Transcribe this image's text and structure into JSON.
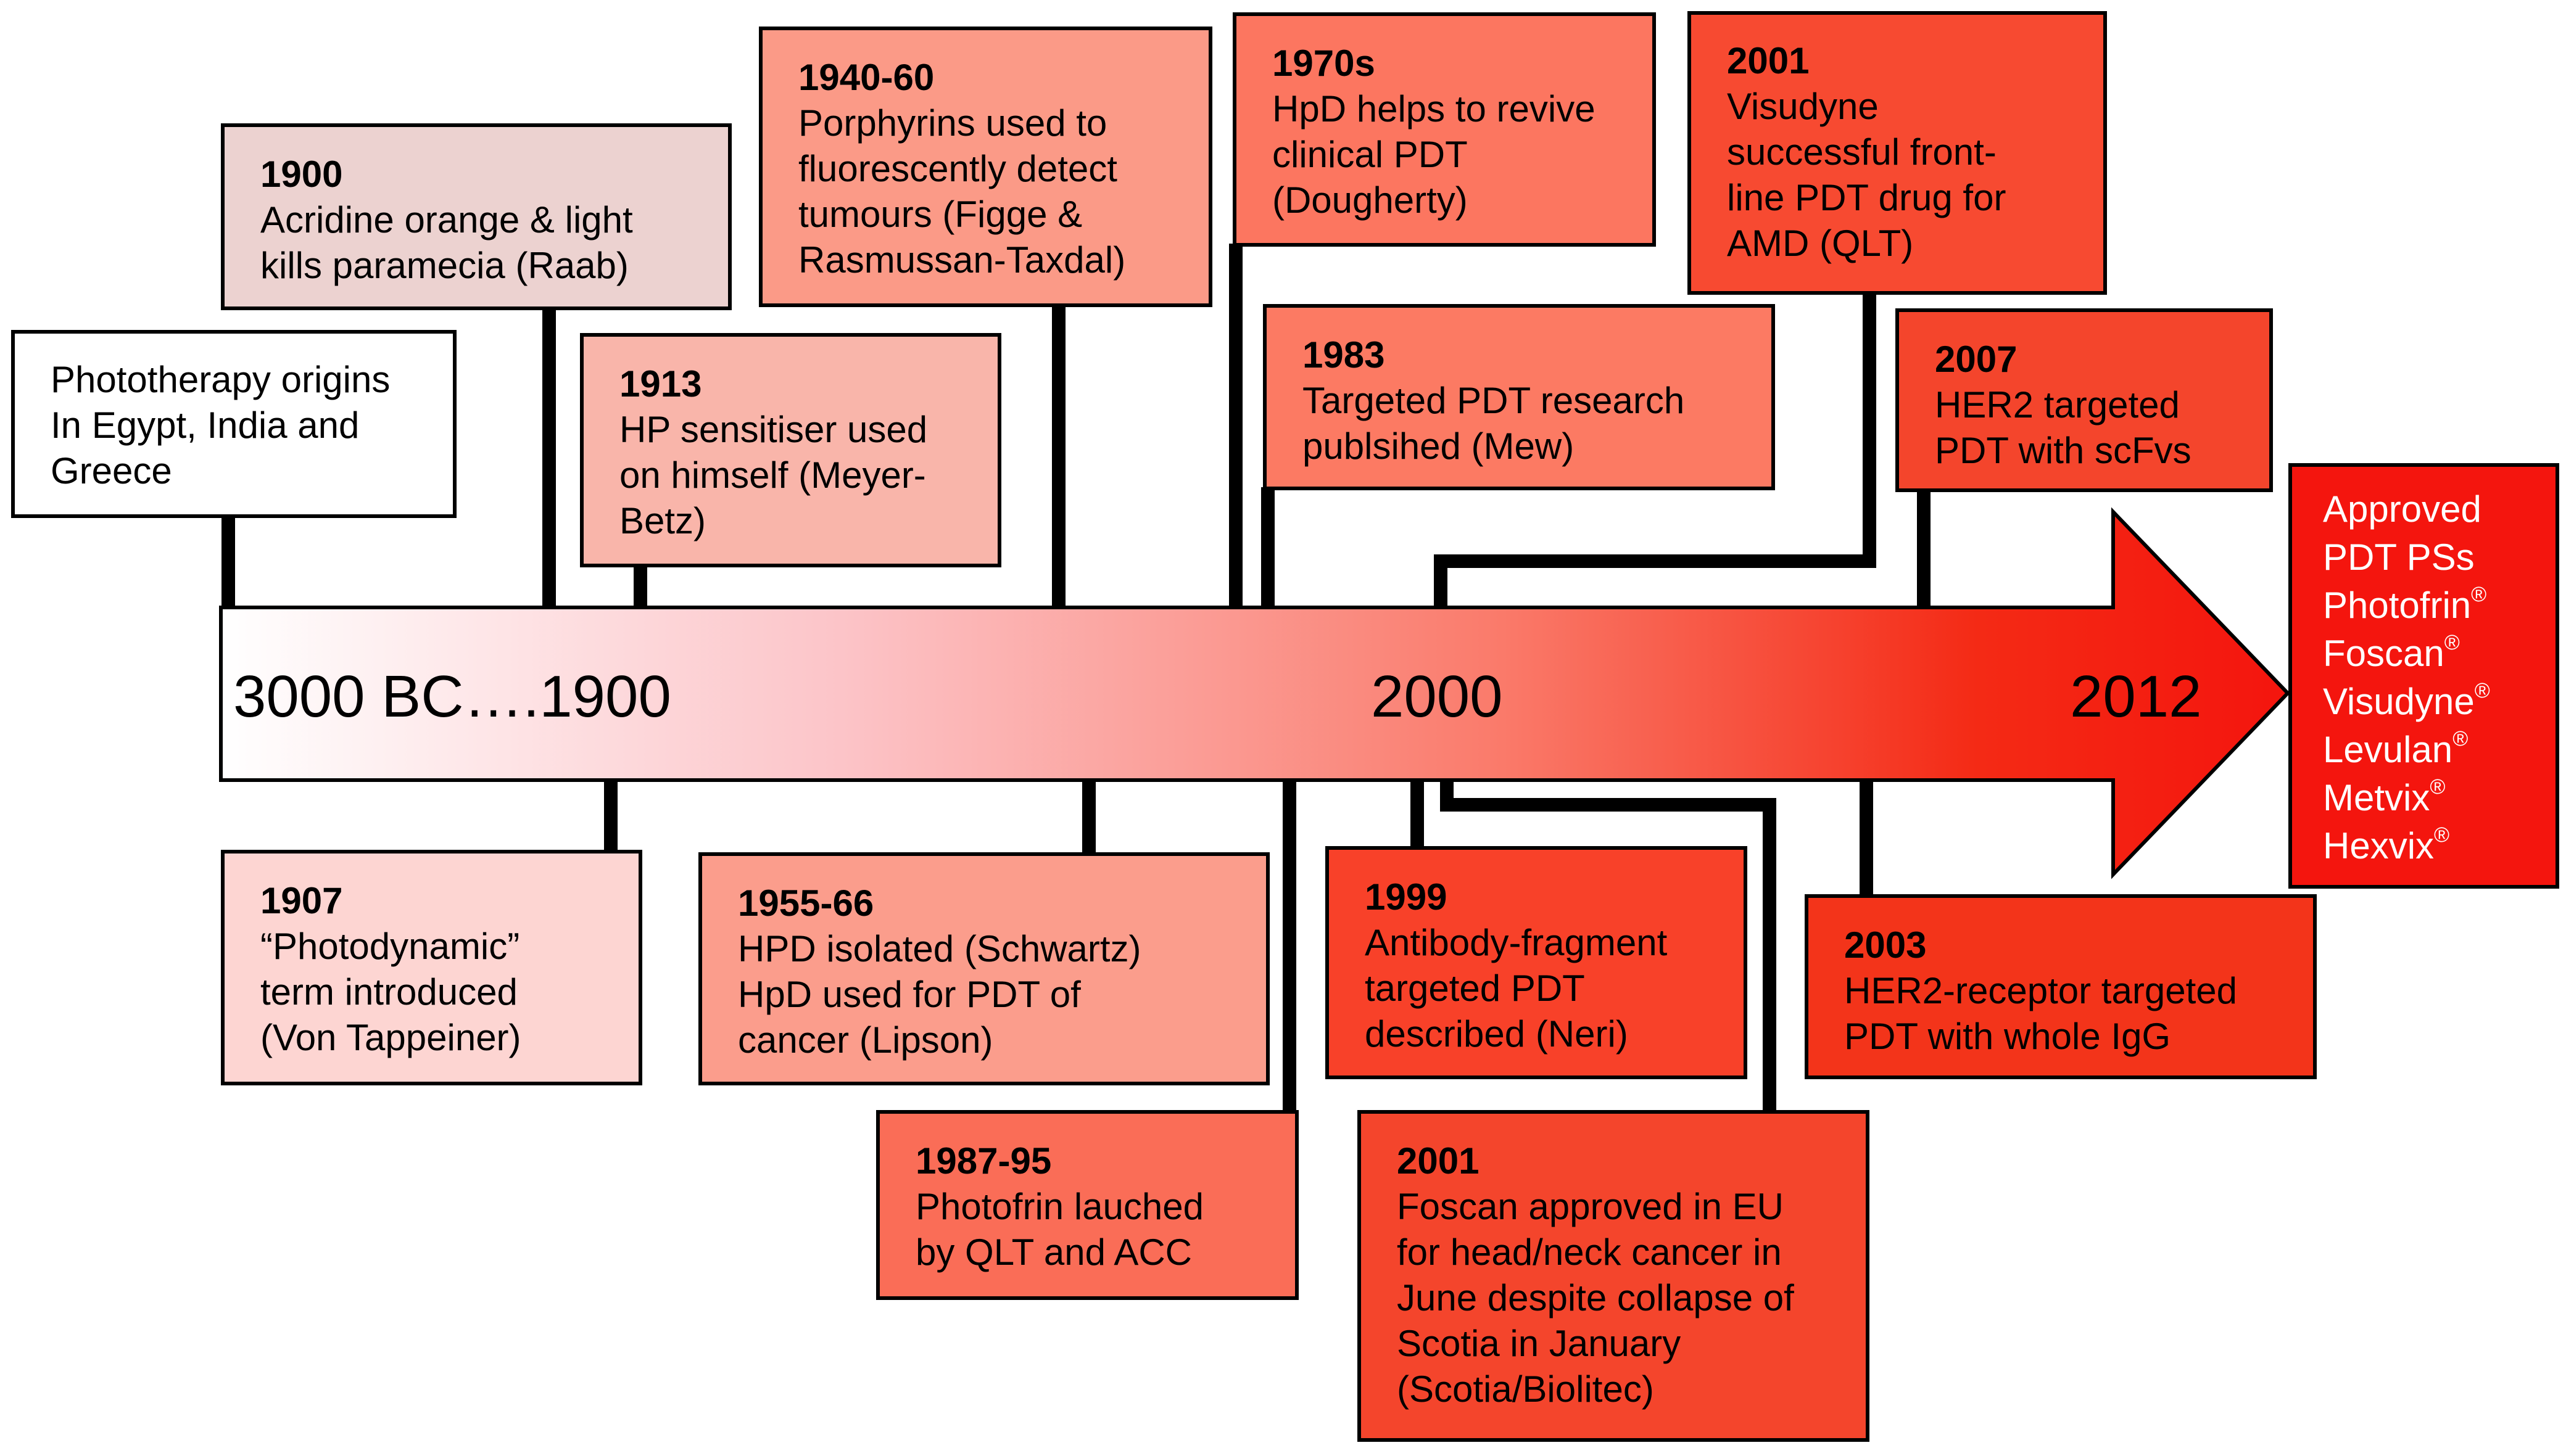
{
  "timeline": {
    "start_label": "3000 BC….1900",
    "mid_label": "2000",
    "end_label": "2012",
    "gradient_colors": [
      "#ffffff",
      "#fcc4c8",
      "#fa7a6a",
      "#f42a15",
      "#f4150e"
    ]
  },
  "events_above": [
    {
      "year": "",
      "text": "Phototherapy origins\nIn Egypt, India and\nGreece",
      "color": "#ffffff"
    },
    {
      "year": "1900",
      "text": "Acridine orange & light\nkills paramecia (Raab)",
      "color": "#ecd2d0"
    },
    {
      "year": "1913",
      "text": "HP sensitiser used\non himself (Meyer-\nBetz)",
      "color": "#f9b5aa"
    },
    {
      "year": "1940-60",
      "text": "Porphyrins used to\nfluorescently detect\ntumours (Figge &\nRasmussan-Taxdal)",
      "color": "#fb9a87"
    },
    {
      "year": "1970s",
      "text": "HpD helps to revive\nclinical PDT\n(Dougherty)",
      "color": "#fc7660"
    },
    {
      "year": "1983",
      "text": "Targeted PDT research\npublsihed (Mew)",
      "color": "#fc7a63"
    },
    {
      "year": "2001",
      "text": "Visudyne\nsuccessful front-\nline PDT drug for\nAMD (QLT)",
      "color": "#f74a31"
    },
    {
      "year": "2007",
      "text": "HER2 targeted\nPDT with scFvs",
      "color": "#f4452c"
    }
  ],
  "events_below": [
    {
      "year": "1907",
      "text": "“Photodynamic”\nterm introduced\n(Von Tappeiner)",
      "color": "#fdd5d2"
    },
    {
      "year": "1955-66",
      "text": "HPD isolated (Schwartz)\nHpD used for PDT of\ncancer (Lipson)",
      "color": "#fb9d8c"
    },
    {
      "year": "1987-95",
      "text": "Photofrin lauched\nby QLT and ACC",
      "color": "#fa6d57"
    },
    {
      "year": "1999",
      "text": "Antibody-fragment\ntargeted PDT\ndescribed (Neri)",
      "color": "#f84129"
    },
    {
      "year": "2001",
      "text": "Foscan approved in EU\nfor head/neck cancer in\nJune despite collapse of\nScotia in January\n(Scotia/Biolitec)",
      "color": "#f4452c"
    },
    {
      "year": "2003",
      "text": "HER2-receptor targeted\nPDT with whole IgG",
      "color": "#f3341a"
    }
  ],
  "approved": {
    "heading_1": "Approved",
    "heading_2": "PDT PSs",
    "drugs": [
      "Photofrin",
      "Foscan",
      "Visudyne",
      "Levulan",
      "Metvix",
      "Hexvix"
    ],
    "registered_mark": "®",
    "color": "#f4150e"
  }
}
